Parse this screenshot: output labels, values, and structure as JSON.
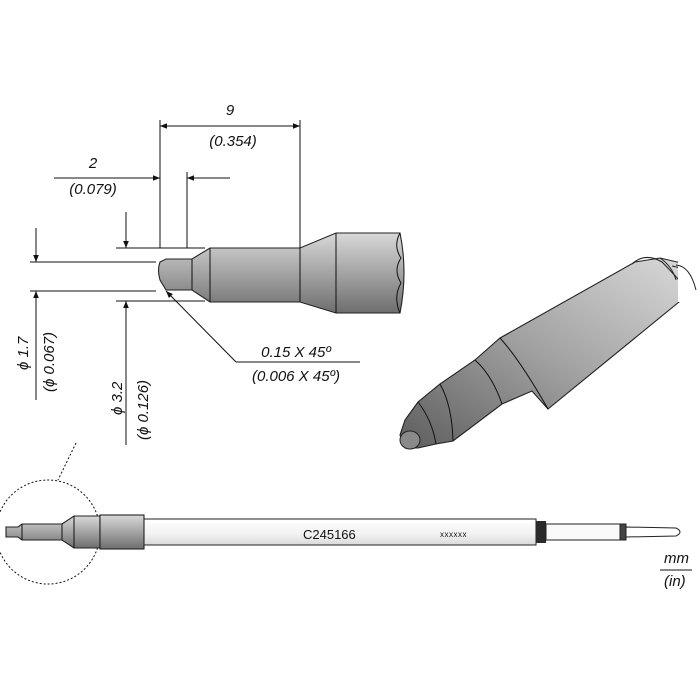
{
  "dimensions": {
    "length_9": {
      "mm": "9",
      "in": "(0.354)"
    },
    "length_2": {
      "mm": "2",
      "in": "(0.079)"
    },
    "dia_17": {
      "mm": "ϕ 1.7",
      "in": "(ϕ 0.067)"
    },
    "dia_32": {
      "mm": "ϕ 3.2",
      "in": "(ϕ 0.126)"
    },
    "chamfer": {
      "mm": "0.15 X 45º",
      "in": "(0.006 X 45º)"
    }
  },
  "part": {
    "code": "C245166",
    "serial": "xxxxxx"
  },
  "units": {
    "mm": "mm",
    "in": "(in)"
  },
  "colors": {
    "metal_dark": "#6f6f6f",
    "metal_light": "#d4d4d4",
    "band": "#2a2a2a"
  }
}
